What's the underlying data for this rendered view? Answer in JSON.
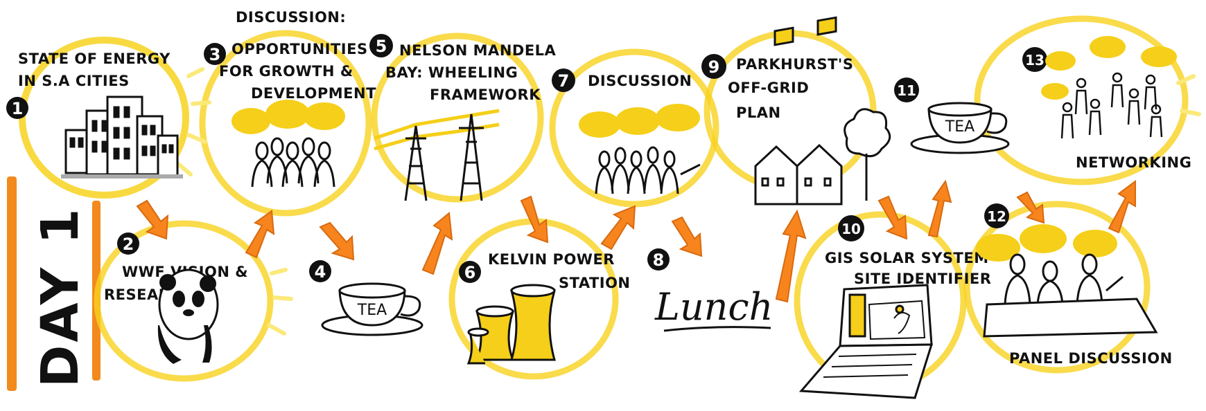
{
  "colors": {
    "ring": "#f7d21e",
    "ring_light": "#fbe97a",
    "arrow": "#f7841d",
    "ink": "#111111",
    "bubble": "#f5cf19",
    "day_bar": "#f28a1d"
  },
  "day_label": "DAY 1",
  "discussion_header": "DISCUSSION:",
  "sessions": [
    {
      "number": "1",
      "title_lines": [
        "STATE OF ENERGY",
        "IN S.A CITIES"
      ],
      "icon": "city-buildings-icon"
    },
    {
      "number": "2",
      "title_lines": [
        "WWF VISION &",
        "RESEARCH"
      ],
      "icon": "panda-icon"
    },
    {
      "number": "3",
      "title_lines": [
        "OPPORTUNITIES",
        "FOR GROWTH &",
        "DEVELOPMENT"
      ],
      "icon": "crowd-talking-icon"
    },
    {
      "number": "4",
      "title_lines": [
        "TEA"
      ],
      "icon": "teacup-icon"
    },
    {
      "number": "5",
      "title_lines": [
        "NELSON MANDELA",
        "BAY: WHEELING",
        "FRAMEWORK"
      ],
      "icon": "pylon-icon"
    },
    {
      "number": "6",
      "title_lines": [
        "KELVIN POWER",
        "STATION"
      ],
      "icon": "cooling-tower-icon"
    },
    {
      "number": "7",
      "title_lines": [
        "DISCUSSION"
      ],
      "icon": "crowd-talking-icon"
    },
    {
      "number": "8",
      "title_lines": [
        "Lunch"
      ],
      "icon": "lunch-script-icon"
    },
    {
      "number": "9",
      "title_lines": [
        "PARKHURST'S",
        "OFF-GRID",
        "PLAN"
      ],
      "icon": "solar-houses-icon"
    },
    {
      "number": "10",
      "title_lines": [
        "GIS SOLAR SYSTEM",
        "SITE IDENTIFIER"
      ],
      "icon": "laptop-icon"
    },
    {
      "number": "11",
      "title_lines": [
        "TEA"
      ],
      "icon": "teacup-icon"
    },
    {
      "number": "12",
      "title_lines": [
        "PANEL DISCUSSION"
      ],
      "icon": "panel-table-icon"
    },
    {
      "number": "13",
      "title_lines": [
        "NETWORKING"
      ],
      "icon": "networking-people-icon"
    }
  ]
}
